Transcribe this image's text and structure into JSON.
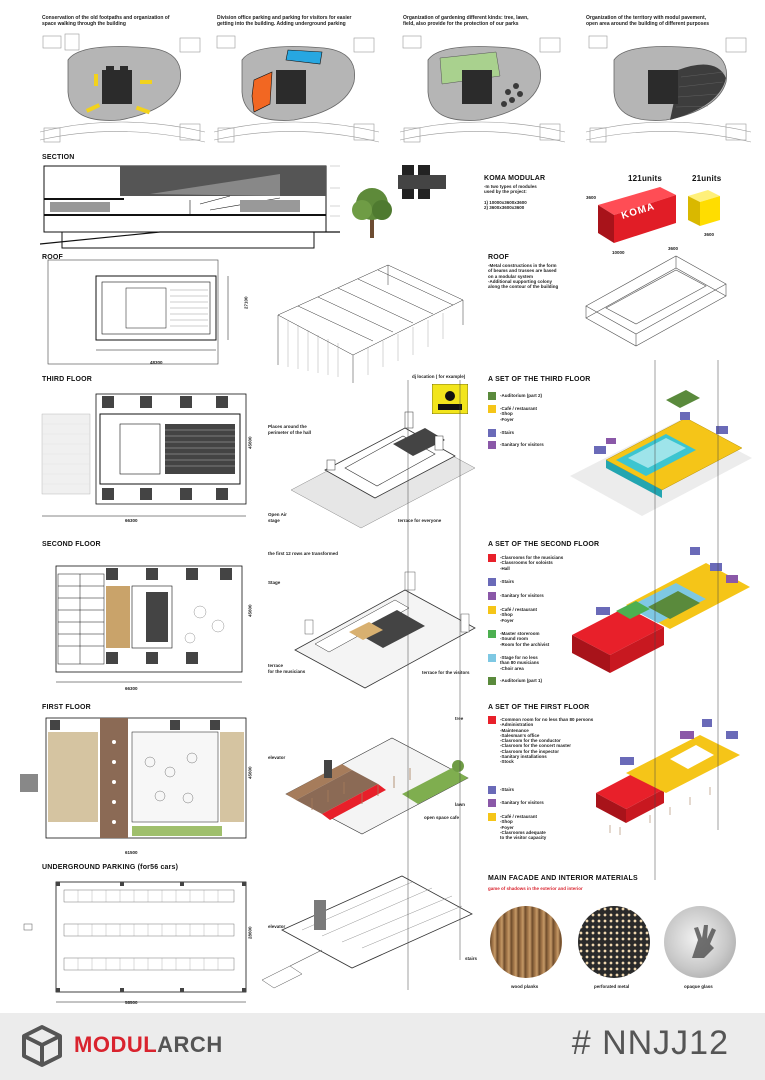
{
  "concepts": [
    {
      "text": "Conservation of the old footpaths and organization of\nspace walking through the building"
    },
    {
      "text": "Division office parking and parking for visitors for easier\ngetting into the building. Adding underground parking"
    },
    {
      "text": "Organization of gardening different kinds: tree, lawn,\nfield, also provide for the protection of our parks"
    },
    {
      "text": "Organization of the territory with modul pavement,\nopen area around the building of different purposes"
    }
  ],
  "section": {
    "title": "SECTION"
  },
  "koma": {
    "title": "KOMA MODULAR",
    "desc": "-In two types of modules\nused by the project:\n\n1) 10000x3600x3600\n2) 3600x3600x3600",
    "units_big": "121units",
    "units_small": "21units",
    "logo": "KOMA",
    "dims_big": [
      "3600",
      "10000",
      "3600"
    ],
    "dims_small": [
      "3600"
    ]
  },
  "roof": {
    "title": "ROOF",
    "desc": "-Metal constructions in the form\nof beams and trusses are based\non a modular system\n-Additional supporting colony\nalong the contour of the building",
    "dim_w": "48300",
    "dim_h": "27100"
  },
  "third_floor": {
    "title": "THIRD FLOOR",
    "set_title": "A SET OF THE THIRD FLOOR",
    "dj": "dj location ( for example)",
    "places": "Places around the\nperimeter of the hall",
    "open_air": "Open Air\nstage",
    "terrace": "terrace for everyone",
    "dim_w": "66300",
    "dim_h": "45600",
    "legend": [
      {
        "color": "#5a8a3c",
        "text": "-Auditorium (part 2)"
      },
      {
        "color": "#f5c518",
        "text": "-Café / restaurant\n-Shop\n-Foyer"
      },
      {
        "color": "#6a6ab8",
        "text": "-Stairs"
      },
      {
        "color": "#8a58a8",
        "text": "-Sanitary for visitors"
      }
    ]
  },
  "second_floor": {
    "title": "SECOND FLOOR",
    "set_title": "A SET OF THE SECOND FLOOR",
    "rows": "the first 12 rows are transformed",
    "stage": "Stage",
    "terrace_mus": "terrace\nfor the musicians",
    "terrace_vis": "terrace for the visitors",
    "dim_w": "66300",
    "dim_h": "45600",
    "legend": [
      {
        "color": "#e8202a",
        "text": "-Clasrooms for the musicians\n-Classrooms for soloists\n-Hall"
      },
      {
        "color": "#6a6ab8",
        "text": "-Stairs"
      },
      {
        "color": "#8a58a8",
        "text": "-Sanitary for visitors"
      },
      {
        "color": "#f5c518",
        "text": "-Café / restaurant\n-Shop\n-Foyer"
      },
      {
        "color": "#4caf50",
        "text": "-Master storeroom\n-Sound room\n-Room for the archivist"
      },
      {
        "color": "#7ec8e3",
        "text": "-Stage for no less\nthan 80 musicians\n-Choir area"
      },
      {
        "color": "#5a8a3c",
        "text": "-Auditorium (part 1)"
      }
    ]
  },
  "first_floor": {
    "title": "FIRST FLOOR",
    "set_title": "A SET OF THE FIRST FLOOR",
    "elevator": "elevator",
    "tree": "tree",
    "lawn": "lawn",
    "cafe": "open space cafe",
    "dim_w": "61500",
    "dim_h": "45600",
    "legend": [
      {
        "color": "#e8202a",
        "text": "-Common room for no less than 80 persons\n-Administration\n-Maintenance\n-Salesman's office\n-Clasroom for the conductor\n-Clasroom for the concert master\n-Clasroom for the inspector\n-Sanitary installations\n-Stock"
      },
      {
        "color": "#6a6ab8",
        "text": "-Stairs"
      },
      {
        "color": "#8a58a8",
        "text": "-Sanitary for visitors"
      },
      {
        "color": "#f5c518",
        "text": "-Café / restaurant\n-Shop\n-Foyer\n-Clasrooms adequate\nto the visitor capacity"
      }
    ]
  },
  "parking": {
    "title": "UNDERGROUND PARKING (for56 cars)",
    "elevator": "elevator",
    "stairs": "stairs",
    "dim_w": "58500",
    "dim_h": "28600"
  },
  "materials": {
    "title": "MAIN FACADE AND INTERIOR MATERIALS",
    "subtitle": "game of shadows in the exterior and interior",
    "items": [
      {
        "label": "wood planks"
      },
      {
        "label": "perforated metal"
      },
      {
        "label": "opaque glass"
      }
    ]
  },
  "footer": {
    "brand_a": "MODUL",
    "brand_b": "ARCH",
    "code": "# NNJJ12",
    "brand_color": "#d9232e"
  }
}
